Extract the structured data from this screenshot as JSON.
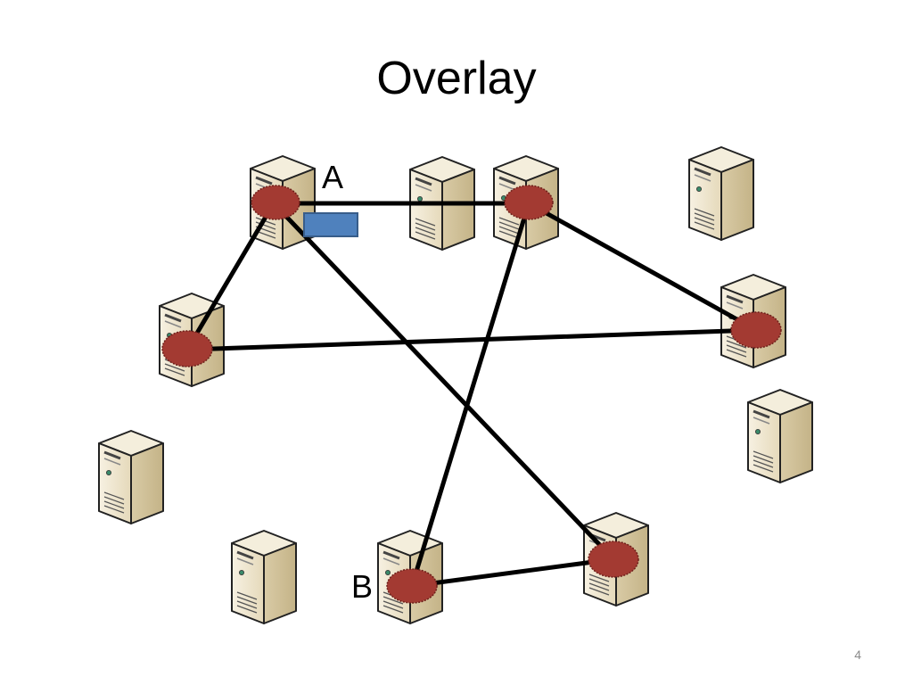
{
  "slide": {
    "title": "Overlay",
    "page_number": "4"
  },
  "labels": {
    "a": "A",
    "b": "B"
  },
  "colors": {
    "overlay_node": "#a33a32",
    "overlay_edge": "#000000",
    "message": "#4f81bd",
    "server_body": "#efe6cf"
  },
  "icons": {
    "server": "server-icon",
    "overlay_node": "overlay-node-blob",
    "message": "message-packet"
  }
}
